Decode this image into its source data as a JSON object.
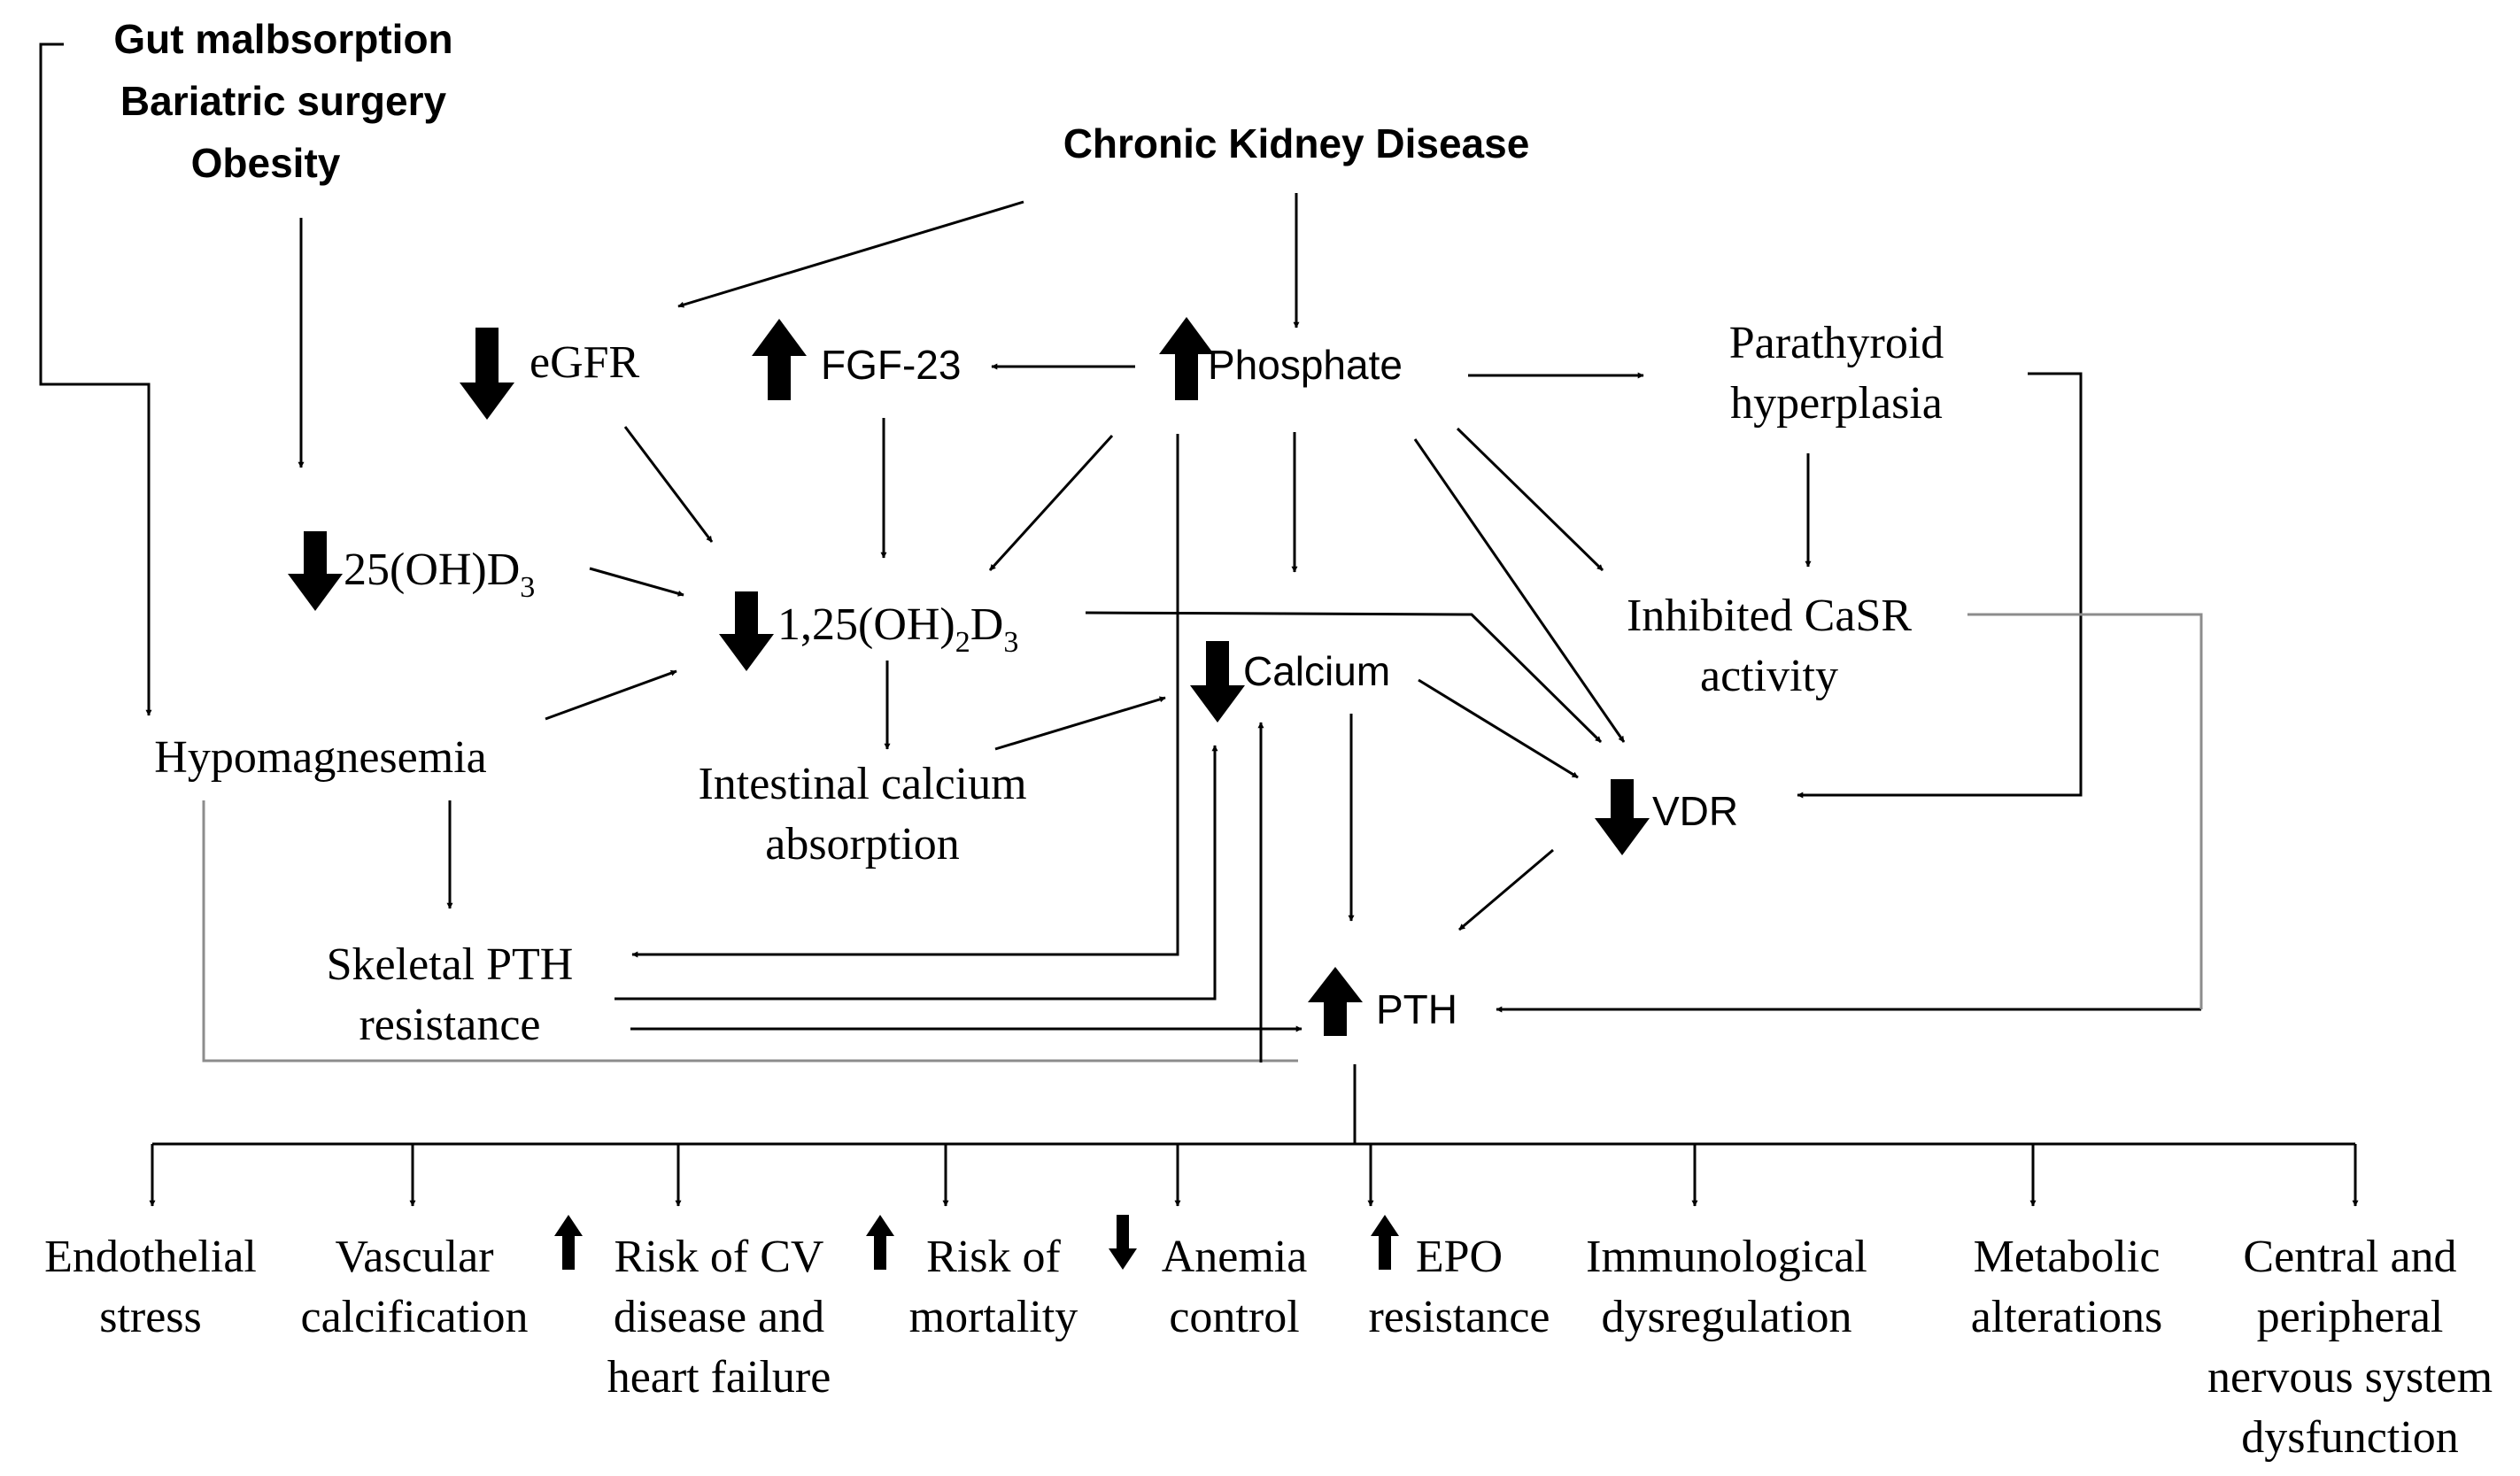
{
  "nodes": {
    "risk_factors": [
      "Gut malbsorption",
      "Bariatric surgery",
      "Obesity"
    ],
    "ckd": "Chronic Kidney Disease",
    "egfr": "eGFR",
    "fgf23": "FGF-23",
    "phosphate": "Phosphate",
    "parathyroid": [
      "Parathyroid",
      "hyperplasia"
    ],
    "vitd25": {
      "main": "25(OH)D",
      "sub": "3"
    },
    "vitd125": {
      "pre": "1,25(OH)",
      "sub1": "2",
      "mid": "D",
      "sub2": "3"
    },
    "calcium": "Calcium",
    "casr": [
      "Inhibited CaSR",
      "activity"
    ],
    "hypomag": "Hypomagnesemia",
    "intestinal": [
      "Intestinal calcium",
      "absorption"
    ],
    "vdr": "VDR",
    "skeletal": [
      "Skeletal PTH",
      "resistance"
    ],
    "pth": "PTH"
  },
  "outcomes": [
    {
      "id": "endothelial",
      "lines": [
        "Endothelial",
        "stress"
      ],
      "indicator": "none"
    },
    {
      "id": "vascular",
      "lines": [
        "Vascular",
        "calcification"
      ],
      "indicator": "none"
    },
    {
      "id": "cv-risk",
      "lines": [
        "Risk of CV",
        "disease and",
        "heart failure"
      ],
      "indicator": "up"
    },
    {
      "id": "mortality",
      "lines": [
        "Risk of",
        "mortality"
      ],
      "indicator": "up"
    },
    {
      "id": "anemia",
      "lines": [
        "Anemia",
        "control"
      ],
      "indicator": "down"
    },
    {
      "id": "epo",
      "lines": [
        "EPO",
        "resistance"
      ],
      "indicator": "up"
    },
    {
      "id": "immuno",
      "lines": [
        "Immunological",
        "dysregulation"
      ],
      "indicator": "none"
    },
    {
      "id": "metabolic",
      "lines": [
        "Metabolic",
        "alterations"
      ],
      "indicator": "none"
    },
    {
      "id": "nervous",
      "lines": [
        "Central and",
        "peripheral",
        "nervous system",
        "dysfunction"
      ],
      "indicator": "none"
    }
  ],
  "indicators": {
    "egfr": "down",
    "fgf23": "up",
    "phosphate": "up",
    "vitd25": "down",
    "vitd125": "down",
    "calcium": "down",
    "vdr": "down",
    "pth": "up"
  },
  "colors": {
    "ink": "#000000",
    "secondary_line": "#8c8c8c",
    "background": "#ffffff"
  }
}
